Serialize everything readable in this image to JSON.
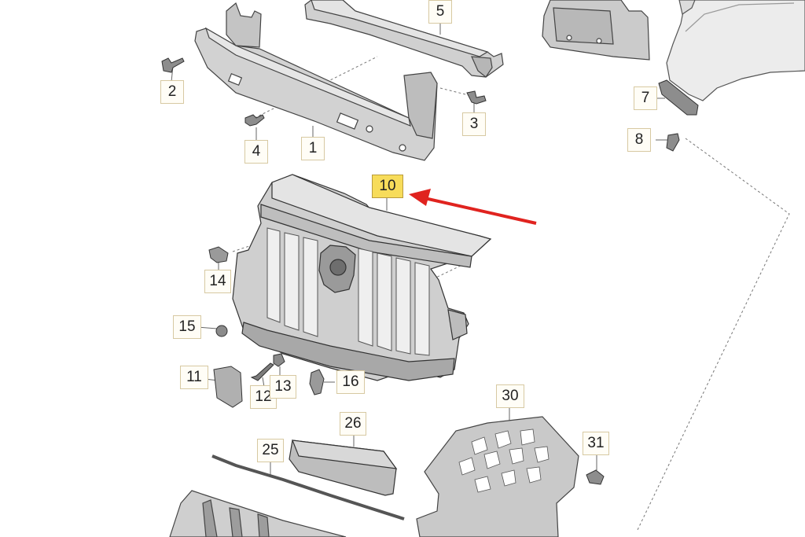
{
  "diagram": {
    "callouts": [
      {
        "id": "c1",
        "text": "1"
      },
      {
        "id": "c2",
        "text": "2"
      },
      {
        "id": "c3",
        "text": "3"
      },
      {
        "id": "c4",
        "text": "4"
      },
      {
        "id": "c5",
        "text": "5"
      },
      {
        "id": "c7",
        "text": "7"
      },
      {
        "id": "c8",
        "text": "8"
      },
      {
        "id": "c10",
        "text": "10",
        "highlighted": true
      },
      {
        "id": "c11",
        "text": "11"
      },
      {
        "id": "c12",
        "text": "12"
      },
      {
        "id": "c13",
        "text": "13"
      },
      {
        "id": "c14",
        "text": "14"
      },
      {
        "id": "c15",
        "text": "15"
      },
      {
        "id": "c16",
        "text": "16"
      },
      {
        "id": "c25",
        "text": "25"
      },
      {
        "id": "c26",
        "text": "26"
      },
      {
        "id": "c30",
        "text": "30"
      },
      {
        "id": "c31",
        "text": "31"
      }
    ],
    "colors": {
      "part_fill": "#d2d2d2",
      "part_dark": "#9c9c9c",
      "line": "#555555",
      "highlight_label": "#f7dc5a",
      "arrow": "#e0231f"
    }
  }
}
